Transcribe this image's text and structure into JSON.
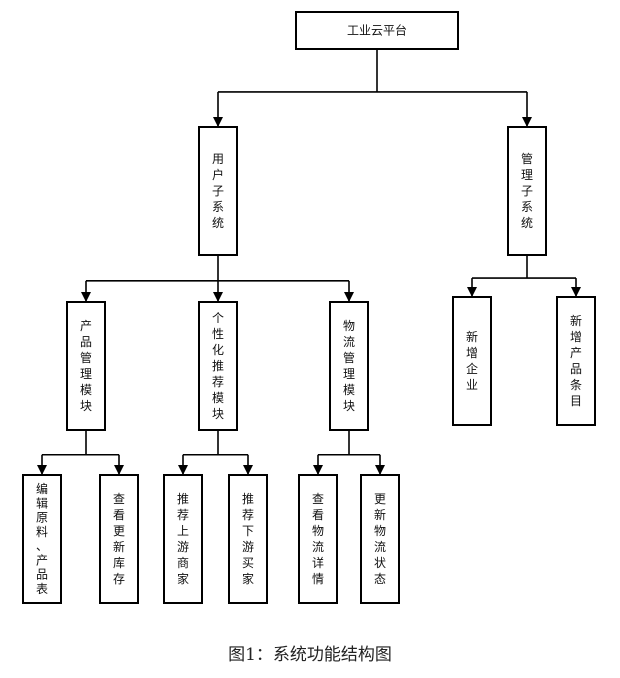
{
  "diagram": {
    "nodes": [
      {
        "id": "root",
        "label": "工业云平台",
        "orientation": "horizontal"
      },
      {
        "id": "user",
        "label": "用户子系统",
        "orientation": "vertical"
      },
      {
        "id": "admin",
        "label": "管理子系统",
        "orientation": "vertical"
      },
      {
        "id": "product",
        "label": "产品管理模块",
        "orientation": "vertical"
      },
      {
        "id": "recommend",
        "label": "个性化推荐模块",
        "orientation": "vertical"
      },
      {
        "id": "logistics",
        "label": "物流管理模块",
        "orientation": "vertical"
      },
      {
        "id": "add-company",
        "label": "新增企业",
        "orientation": "vertical"
      },
      {
        "id": "add-product",
        "label": "新增产品条目",
        "orientation": "vertical"
      },
      {
        "id": "edit-tables",
        "label": "编辑原料、产品表",
        "orientation": "vertical"
      },
      {
        "id": "view-stock",
        "label": "查看更新库存",
        "orientation": "vertical"
      },
      {
        "id": "rec-upstream",
        "label": "推荐上游商家",
        "orientation": "vertical"
      },
      {
        "id": "rec-downstream",
        "label": "推荐下游买家",
        "orientation": "vertical"
      },
      {
        "id": "view-logistics",
        "label": "查看物流详情",
        "orientation": "vertical"
      },
      {
        "id": "update-logistics",
        "label": "更新物流状态",
        "orientation": "vertical"
      }
    ],
    "edges": [
      {
        "from": "root",
        "to": "user"
      },
      {
        "from": "root",
        "to": "admin"
      },
      {
        "from": "user",
        "to": "product"
      },
      {
        "from": "user",
        "to": "recommend"
      },
      {
        "from": "user",
        "to": "logistics"
      },
      {
        "from": "admin",
        "to": "add-company"
      },
      {
        "from": "admin",
        "to": "add-product"
      },
      {
        "from": "product",
        "to": "edit-tables"
      },
      {
        "from": "product",
        "to": "view-stock"
      },
      {
        "from": "recommend",
        "to": "rec-upstream"
      },
      {
        "from": "recommend",
        "to": "rec-downstream"
      },
      {
        "from": "logistics",
        "to": "view-logistics"
      },
      {
        "from": "logistics",
        "to": "update-logistics"
      }
    ]
  },
  "caption": "图1：系统功能结构图"
}
